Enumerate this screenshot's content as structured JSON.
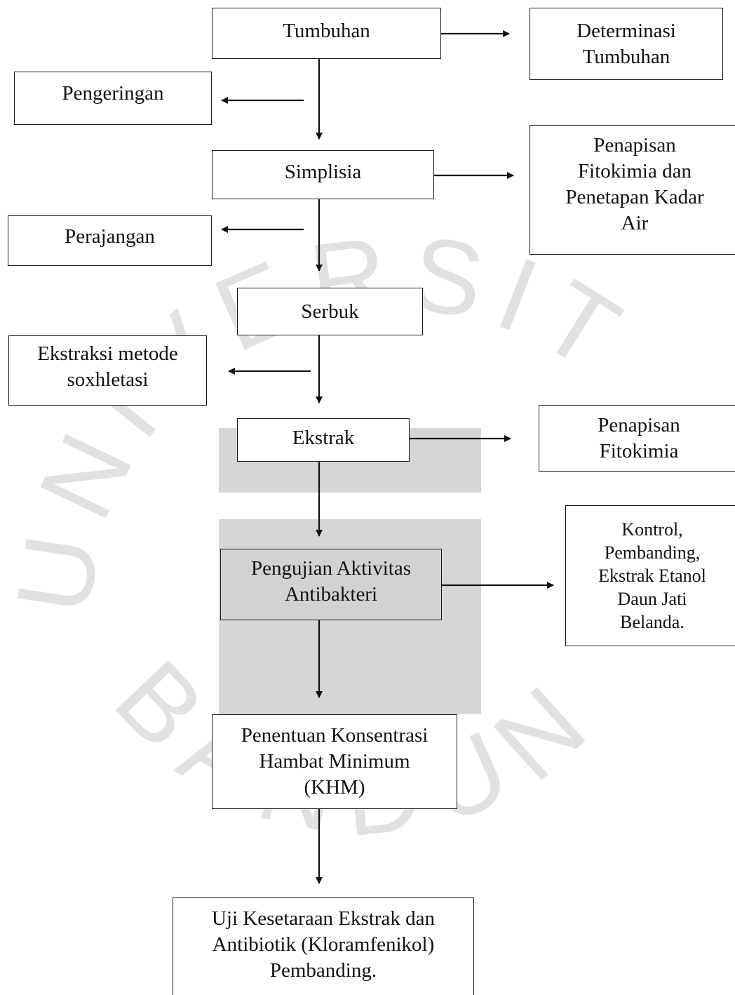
{
  "diagram": {
    "nodes": {
      "tumbuhan": "Tumbuhan",
      "determinasi": "Determinasi\nTumbuhan",
      "pengeringan": "Pengeringan",
      "simplisia": "Simplisia",
      "penapisan_kadar": "Penapisan\nFitokimia dan\nPenetapan Kadar\nAir",
      "perajangan": "Perajangan",
      "serbuk": "Serbuk",
      "ekstraksi": "Ekstraksi metode\nsoxhletasi",
      "ekstrak": "Ekstrak",
      "penapisan_fitokimia": "Penapisan\nFitokimia",
      "pengujian": "Pengujian Aktivitas\nAntibakteri",
      "kontrol": "Kontrol,\nPembanding,\nEkstrak Etanol\nDaun Jati\nBelanda.",
      "khm": "Penentuan Konsentrasi\nHambat Minimum\n(KHM)",
      "uji": "Uji Kesetaraan Ekstrak dan\nAntibiotik (Kloramfenikol)\nPembanding."
    }
  },
  "watermark": {
    "text": "UNIVERSITAS ISLAM BANDUNG",
    "color": "#c8c8c8"
  }
}
